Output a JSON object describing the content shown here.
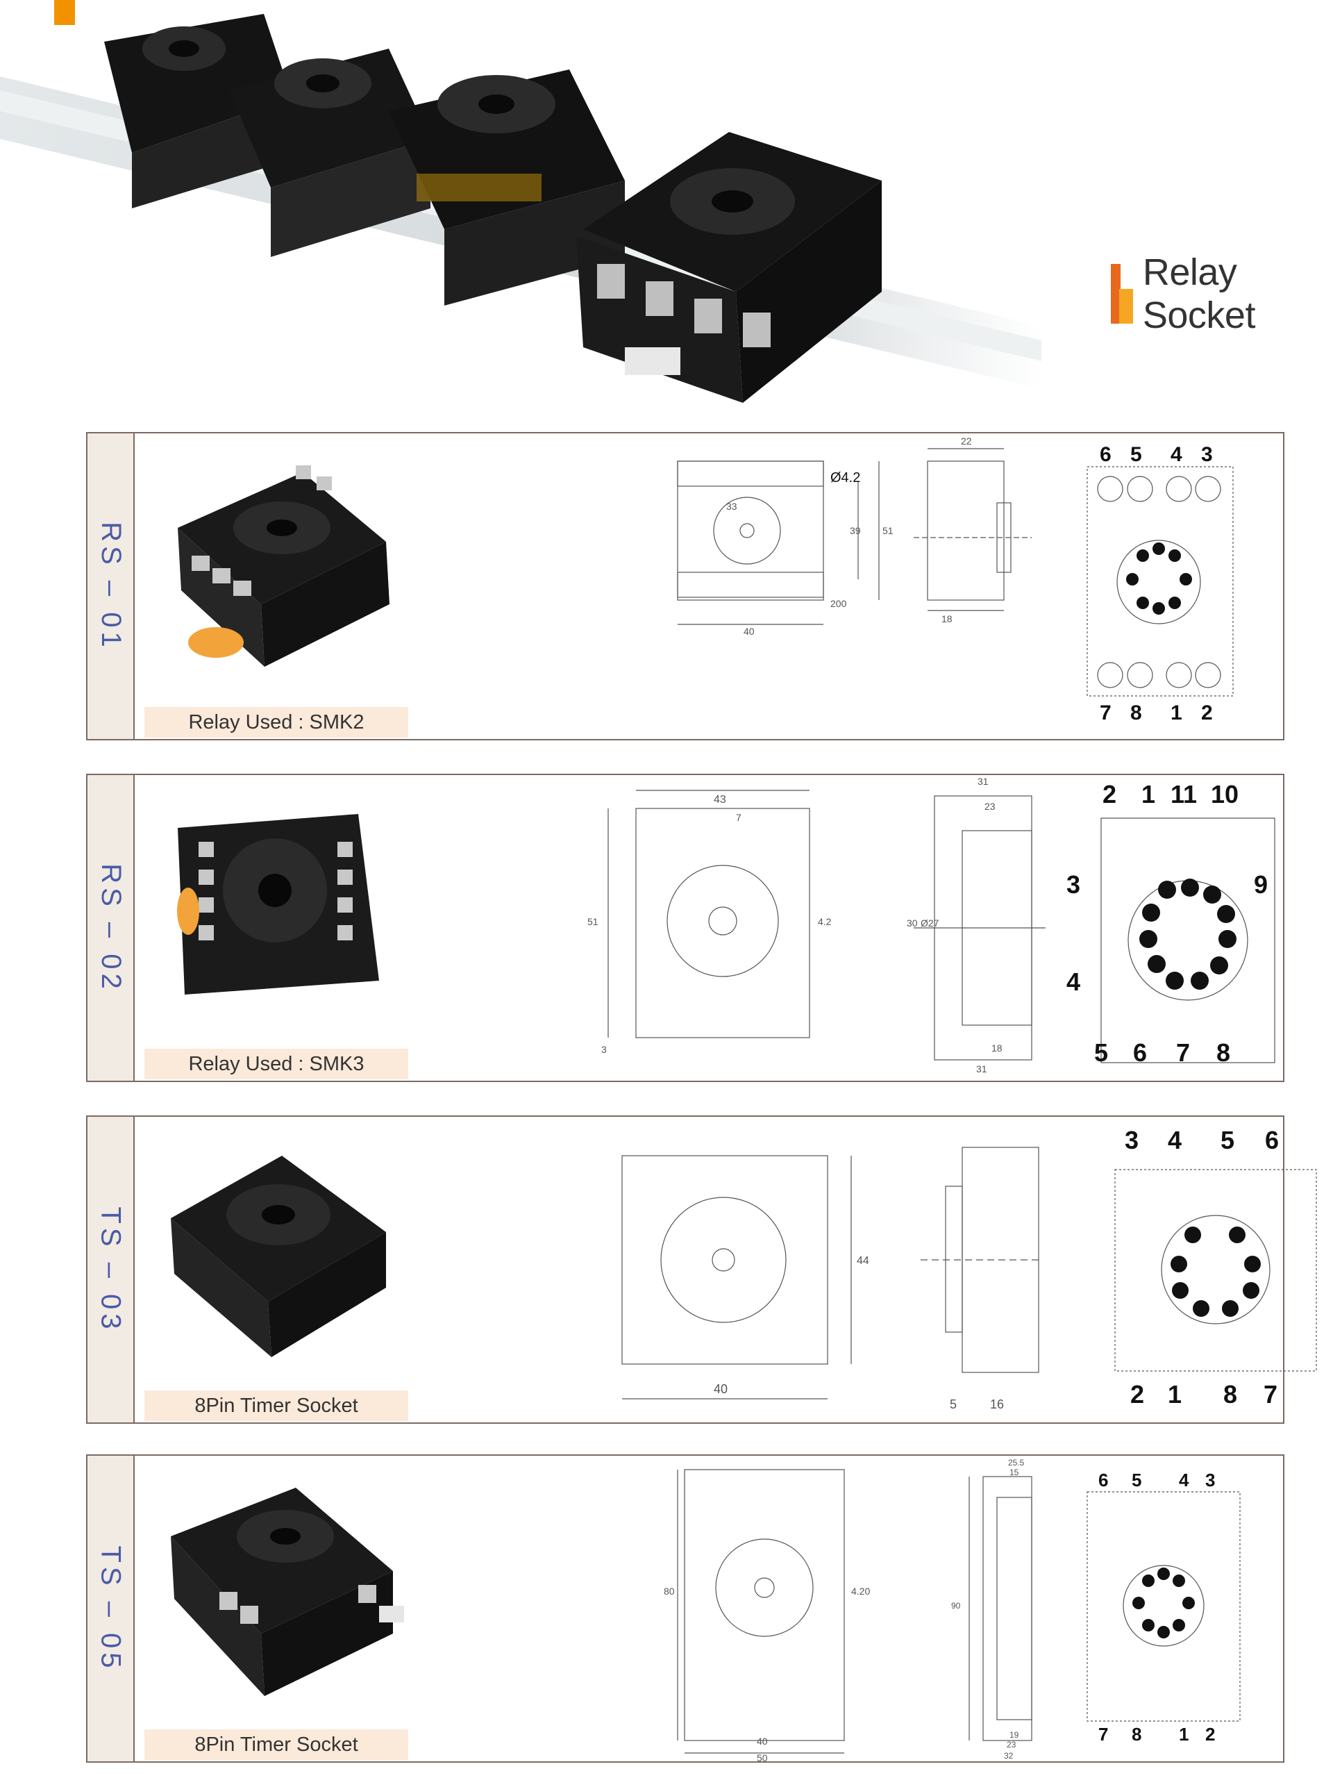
{
  "title": "Relay Socket",
  "products": [
    {
      "model": "RS – 01",
      "caption": "Relay Used  : SMK2",
      "front_dims": [
        "Ø4.2",
        "33",
        "39",
        "51",
        "200",
        "40"
      ],
      "side_dims": [
        "22",
        "18"
      ],
      "pins_top": [
        "6",
        "5",
        "4",
        "3"
      ],
      "pins_bottom": [
        "7",
        "8",
        "1",
        "2"
      ]
    },
    {
      "model": "RS – 02",
      "caption": "Relay Used  : SMK3",
      "front_dims": [
        "43",
        "7",
        "51",
        "4.2",
        "3"
      ],
      "side_dims": [
        "31",
        "23",
        "30",
        "Ø27",
        "18",
        "31"
      ],
      "pins_top": [
        "2",
        "1",
        "11",
        "10"
      ],
      "pins_left": [
        "3",
        "4"
      ],
      "pins_right": [
        "9"
      ],
      "pins_bottom": [
        "5",
        "6",
        "7",
        "8"
      ]
    },
    {
      "model": "TS – 03",
      "caption": "8Pin  Timer Socket",
      "front_dims": [
        "44",
        "40"
      ],
      "side_dims": [
        "5",
        "16"
      ],
      "pins_top": [
        "3",
        "4",
        "5",
        "6"
      ],
      "pins_bottom": [
        "2",
        "1",
        "8",
        "7"
      ]
    },
    {
      "model": "TS – 05",
      "caption": "8Pin  Timer Socket",
      "front_dims": [
        "80",
        "4.20",
        "40",
        "50"
      ],
      "side_dims": [
        "25.5",
        "15",
        "90",
        "19",
        "23",
        "32"
      ],
      "pins_top": [
        "6",
        "5",
        "4",
        "3"
      ],
      "pins_bottom": [
        "7",
        "8",
        "1",
        "2"
      ]
    }
  ],
  "colors": {
    "accent_orange": "#f39200",
    "model_text": "#4a5ba6",
    "caption_bg": "#fbe9d9",
    "panel_border": "#7a6a63"
  }
}
